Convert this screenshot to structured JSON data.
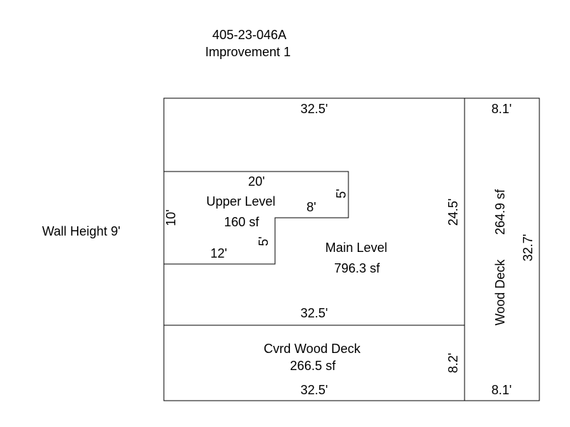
{
  "header": {
    "parcel_id": "405-23-046A",
    "improvement": "Improvement 1"
  },
  "wall_height": "Wall Height 9'",
  "main_level": {
    "name": "Main Level",
    "area": "796.3 sf",
    "top_dim": "32.5'",
    "bottom_dim": "32.5'",
    "right_dim": "24.5'"
  },
  "upper_level": {
    "name": "Upper Level",
    "area": "160 sf",
    "top_dim": "20'",
    "left_dim": "10'",
    "bottom_dim": "12'",
    "step_vertical_dim": "5'",
    "step_horizontal_dim": "8'",
    "right_dim": "5'"
  },
  "covered_deck": {
    "name": "Cvrd Wood Deck",
    "area": "266.5 sf",
    "bottom_dim": "32.5'",
    "right_dim": "8.2'"
  },
  "wood_deck": {
    "name": "Wood Deck",
    "area": "264.9 sf",
    "top_dim": "8.1'",
    "bottom_dim": "8.1'",
    "right_dim": "32.7'"
  }
}
